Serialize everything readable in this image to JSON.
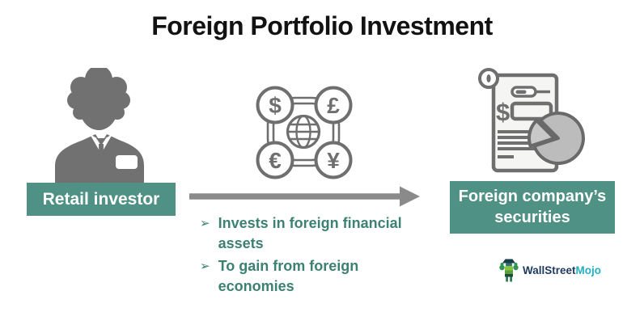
{
  "title": "Foreign Portfolio Investment",
  "left": {
    "icon": "businessman-icon",
    "label": "Retail investor"
  },
  "flow": {
    "arrow": "right-arrow-icon",
    "bullet_marker": "➢",
    "bullets": [
      "Invests in foreign financial assets",
      "To gain from foreign economies"
    ]
  },
  "center_icon": {
    "name": "global-currency-network-icon",
    "currencies": [
      "$",
      "£",
      "€",
      "¥"
    ]
  },
  "right": {
    "icon": "financial-report-pie-icon",
    "doc_dollar": "$",
    "label": "Foreign company’s securities"
  },
  "logo": {
    "icon": "wallstreetmojo-mascot-icon",
    "part1": "WallStreet",
    "part2": "Mojo"
  },
  "colors": {
    "teal": "#4F9184",
    "teal_text": "#3C8173",
    "icon_gray": "#717171",
    "outline_gray": "#6F6F6F",
    "arrow_gray": "#8A8A8A",
    "doc_fill": "#F5F5F3",
    "pie_fill": "#BCBCBC",
    "logo_navy": "#1D3A5F",
    "logo_cyan": "#23AFBF"
  }
}
